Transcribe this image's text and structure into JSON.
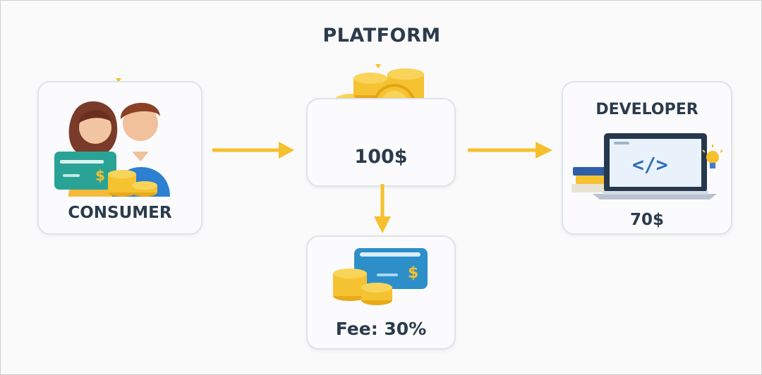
{
  "title": "PLATFORM",
  "consumer": {
    "label": "CONSUMER",
    "icon": "couple-with-card-and-coins"
  },
  "platform": {
    "amount": "100$",
    "icon": "coin-stacks"
  },
  "developer": {
    "label": "DEVELOPER",
    "amount": "70$",
    "icon": "laptop-code"
  },
  "fee": {
    "label": "Fee: 30%",
    "icon": "card-and-coins"
  },
  "colors": {
    "arrow": "#f6c02c",
    "coin": "#f5c332",
    "card": "#2d8fc9",
    "text": "#2b3b4c"
  }
}
